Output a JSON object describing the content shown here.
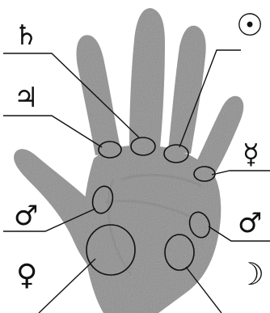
{
  "diagram": {
    "ink_color": "#111111",
    "hand_fill": "#8e8e8e",
    "hand_shade": "#7a7a7a",
    "mounts": [
      {
        "id": "saturn",
        "symbol": "♄",
        "icon": "saturn-symbol"
      },
      {
        "id": "sun",
        "symbol": "☉",
        "icon": "sun-symbol"
      },
      {
        "id": "jupiter",
        "symbol": "♃",
        "icon": "jupiter-symbol"
      },
      {
        "id": "mercury",
        "symbol": "☿",
        "icon": "mercury-symbol"
      },
      {
        "id": "mars-left",
        "symbol": "♂",
        "icon": "mars-symbol"
      },
      {
        "id": "mars-right",
        "symbol": "♂",
        "icon": "mars-symbol"
      },
      {
        "id": "venus",
        "symbol": "♀",
        "icon": "venus-symbol"
      },
      {
        "id": "moon",
        "symbol": "☽",
        "icon": "moon-symbol"
      }
    ]
  }
}
